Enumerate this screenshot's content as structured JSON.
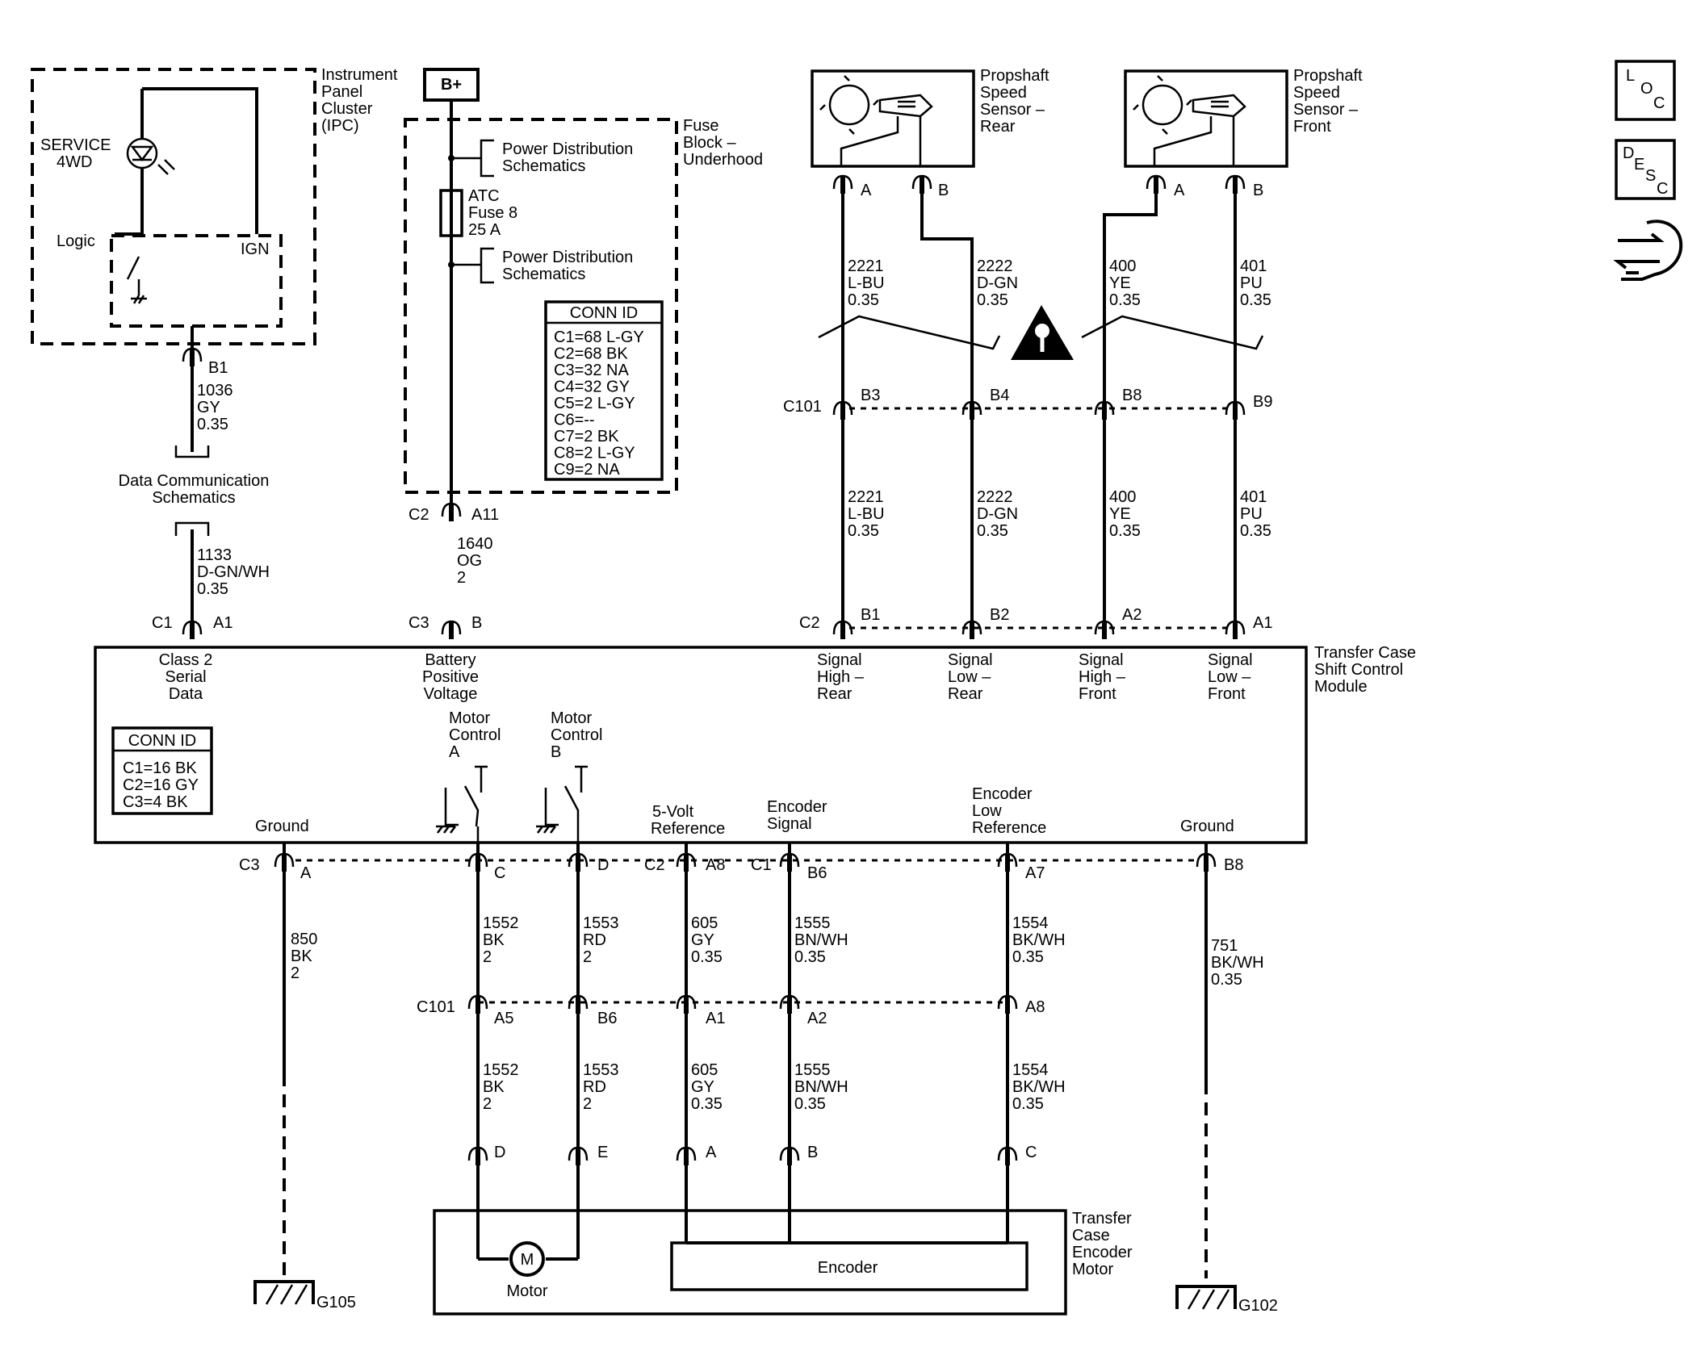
{
  "ipc": {
    "lines": [
      "Instrument",
      "Panel",
      "Cluster",
      "(IPC)"
    ],
    "lamp": [
      "SERVICE",
      "4WD"
    ],
    "logic": "Logic",
    "ign": "IGN"
  },
  "bplus": "B+",
  "fuse_block": {
    "lines": [
      "Fuse",
      "Block –",
      "Underhood"
    ],
    "pd1": [
      "Power Distribution",
      "Schematics"
    ],
    "pd2": [
      "Power Distribution",
      "Schematics"
    ],
    "fuse": [
      "ATC",
      "Fuse 8",
      "25 A"
    ]
  },
  "conn_fuse": {
    "title": "CONN ID",
    "items": [
      "C1=68 L-GY",
      "C2=68 BK",
      "C3=32 NA",
      "C4=32 GY",
      "C5=2 L-GY",
      "C6=--",
      "C7=2 BK",
      "C8=2 L-GY",
      "C9=2 NA"
    ]
  },
  "conn_module": {
    "title": "CONN ID",
    "items": [
      "C1=16 BK",
      "C2=16 GY",
      "C3=4 BK"
    ]
  },
  "sensor_rear": {
    "lines": [
      "Propshaft",
      "Speed",
      "Sensor –",
      "Rear"
    ]
  },
  "sensor_front": {
    "lines": [
      "Propshaft",
      "Speed",
      "Sensor –",
      "Front"
    ]
  },
  "module": {
    "lines": [
      "Transfer Case",
      "Shift Control",
      "Module"
    ]
  },
  "encoder_motor": {
    "lines": [
      "Transfer",
      "Case",
      "Encoder",
      "Motor"
    ],
    "encoder": "Encoder",
    "motor_symbol": "M",
    "motor": "Motor"
  },
  "pins": {
    "b1": "B1",
    "c1": "C1",
    "a1": "A1",
    "c2": "C2",
    "a11": "A11",
    "c3": "C3",
    "b": "B",
    "a": "A",
    "c101": "C101",
    "b3": "B3",
    "b4": "B4",
    "b8": "B8",
    "b9": "B9",
    "b2": "B2",
    "a2": "A2",
    "c": "C",
    "d": "D",
    "a8": "A8",
    "b6": "B6",
    "a7": "A7",
    "a5": "A5",
    "e": "E"
  },
  "labels": {
    "data_comm": [
      "Data Communication",
      "Schematics"
    ],
    "class2": [
      "Class 2",
      "Serial",
      "Data"
    ],
    "battery": [
      "Battery",
      "Positive",
      "Voltage"
    ],
    "sig_hr": [
      "Signal",
      "High –",
      "Rear"
    ],
    "sig_lr": [
      "Signal",
      "Low –",
      "Rear"
    ],
    "sig_hf": [
      "Signal",
      "High –",
      "Front"
    ],
    "sig_lf": [
      "Signal",
      "Low –",
      "Front"
    ],
    "motor_a": [
      "Motor",
      "Control",
      "A"
    ],
    "motor_b": [
      "Motor",
      "Control",
      "B"
    ],
    "ground": "Ground",
    "fivev": [
      "5-Volt",
      "Reference"
    ],
    "enc_sig": [
      "Encoder",
      "Signal"
    ],
    "enc_low": [
      "Encoder",
      "Low",
      "Reference"
    ]
  },
  "wires": {
    "w1036": [
      "1036",
      "GY",
      "0.35"
    ],
    "w1133": [
      "1133",
      "D-GN/WH",
      "0.35"
    ],
    "w1640": [
      "1640",
      "OG",
      "2"
    ],
    "w2221": [
      "2221",
      "L-BU",
      "0.35"
    ],
    "w2222": [
      "2222",
      "D-GN",
      "0.35"
    ],
    "w400": [
      "400",
      "YE",
      "0.35"
    ],
    "w401": [
      "401",
      "PU",
      "0.35"
    ],
    "w850": [
      "850",
      "BK",
      "2"
    ],
    "w1552": [
      "1552",
      "BK",
      "2"
    ],
    "w1553": [
      "1553",
      "RD",
      "2"
    ],
    "w605": [
      "605",
      "GY",
      "0.35"
    ],
    "w1555": [
      "1555",
      "BN/WH",
      "0.35"
    ],
    "w1554": [
      "1554",
      "BK/WH",
      "0.35"
    ],
    "w751": [
      "751",
      "BK/WH",
      "0.35"
    ]
  },
  "grounds": {
    "g105": "G105",
    "g102": "G102"
  },
  "side_icons": [
    {
      "name": "loc-icon",
      "letters": [
        "L",
        "O",
        "C"
      ]
    },
    {
      "name": "desc-icon",
      "letters": [
        "D",
        "E",
        "S",
        "C"
      ]
    },
    {
      "name": "wrench-hand-icon"
    }
  ]
}
